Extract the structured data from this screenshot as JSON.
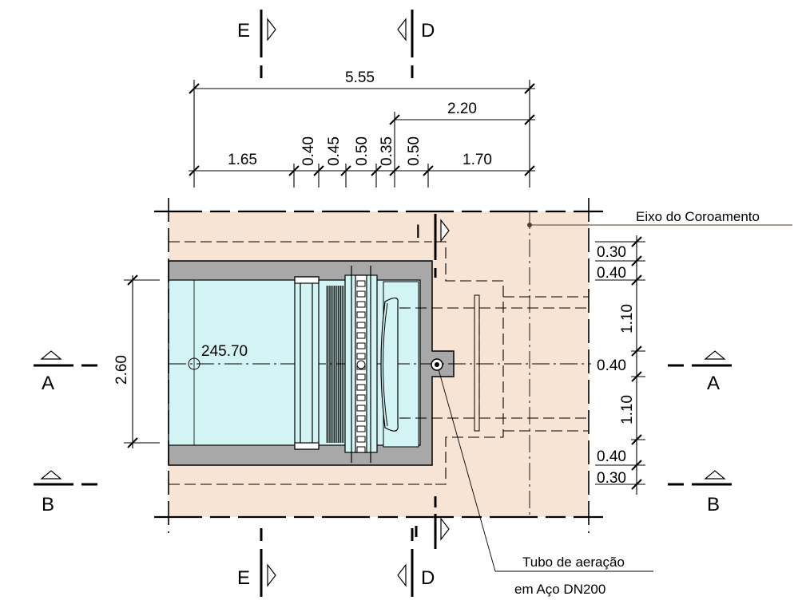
{
  "sections": {
    "e": "E",
    "d": "D",
    "a": "A",
    "b": "B",
    "i": "I"
  },
  "dimensions": {
    "total_length": "5.55",
    "right_part": "2.20",
    "seg_1": "1.65",
    "seg_2": "0.40",
    "seg_3": "0.45",
    "seg_4": "0.50",
    "seg_5": "0.35",
    "seg_6": "0.50",
    "seg_7": "1.70",
    "opening_width": "2.60",
    "right_1": "0.30",
    "right_2": "0.40",
    "right_3": "1.10",
    "right_4": "0.40",
    "right_5": "1.10",
    "right_6": "0.40",
    "right_7": "0.30"
  },
  "elevation": "245.70",
  "labels": {
    "axis": "Eixo do Coroamento",
    "pipe_line1": "Tubo de aeração",
    "pipe_line2": "em Aço DN200"
  },
  "colors": {
    "fill_concrete": "#f7e4d4",
    "fill_wall": "#a8a8a8",
    "fill_water": "#d3f4f4",
    "line": "#000000",
    "leader": "#5a3a22"
  }
}
